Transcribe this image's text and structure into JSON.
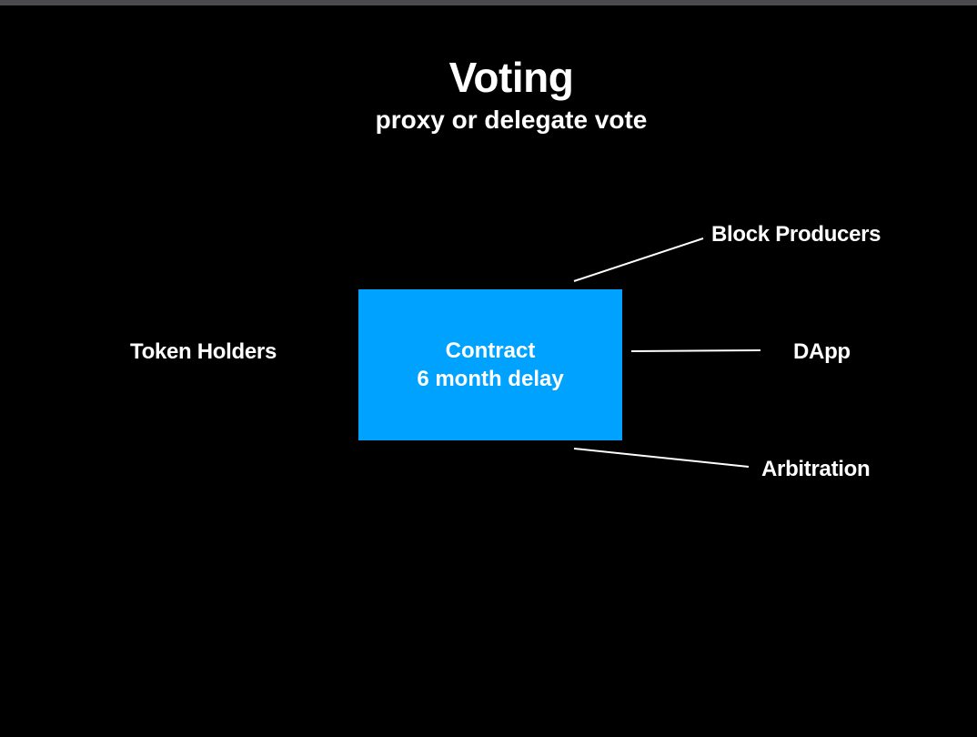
{
  "slide": {
    "title": "Voting",
    "subtitle": "proxy or delegate vote"
  },
  "diagram": {
    "nodes": {
      "token_holders": "Token Holders",
      "contract_line1": "Contract",
      "contract_line2": "6 month delay",
      "block_producers": "Block Producers",
      "dapp": "DApp",
      "arbitration": "Arbitration"
    },
    "colors": {
      "background": "#000000",
      "contract_fill": "#00a2ff",
      "text": "#ffffff",
      "connector": "#ffffff"
    }
  }
}
